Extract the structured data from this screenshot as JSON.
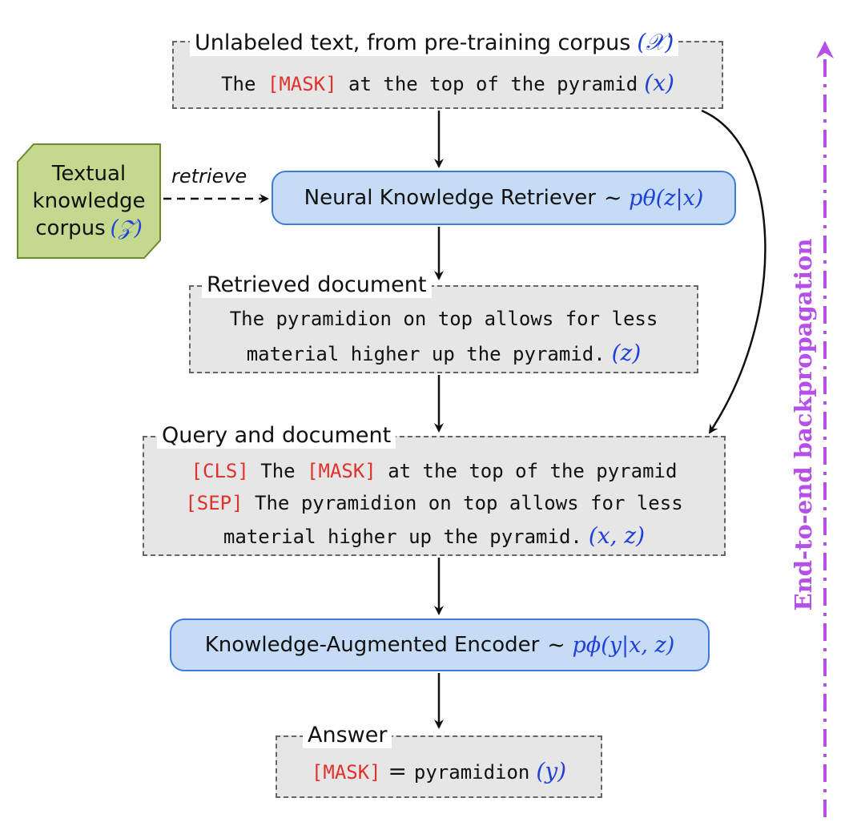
{
  "colors": {
    "box_fill": "#e6e6e6",
    "blue_box_fill": "#c6dbf5",
    "blue_box_border": "#3f7cd6",
    "green_box_fill": "#c4d98f",
    "green_box_border": "#6b8a2a",
    "token_red": "#e0312b",
    "math_blue": "#2040d8",
    "backprop_purple": "#b54fe8"
  },
  "input": {
    "label": "Unlabeled text, from pre-training corpus",
    "label_var": "(𝒳)",
    "mask": "[MASK]",
    "text": " at the top of the pyramid",
    "text_prefix": "The ",
    "var": "(x)"
  },
  "corpus": {
    "line1": "Textual",
    "line2": "knowledge",
    "line3": "corpus",
    "var": "(𝒵)"
  },
  "retrieve_label": "retrieve",
  "retriever": {
    "label": "Neural Knowledge Retriever",
    "math_prefix": "~",
    "math": "pθ(z|x)"
  },
  "retrieved": {
    "label": "Retrieved document",
    "line1": "The pyramidion on top allows for less",
    "line2": "material higher up the pyramid.",
    "var": "(z)"
  },
  "query_doc": {
    "label": "Query and document",
    "cls": "[CLS]",
    "line1_a": " The ",
    "mask": "[MASK]",
    "line1_b": " at the top of the pyramid",
    "sep": "[SEP]",
    "line2": " The pyramidion on top allows for less",
    "line3": "material higher up the pyramid.",
    "var": "(x, z)"
  },
  "encoder": {
    "label": "Knowledge-Augmented Encoder",
    "math_prefix": "~",
    "math": "pϕ(y|x, z)"
  },
  "answer": {
    "label": "Answer",
    "mask": "[MASK]",
    "eq": " = ",
    "value": "pyramidion",
    "var": "(y)"
  },
  "backprop_label": "End-to-end backpropagation"
}
